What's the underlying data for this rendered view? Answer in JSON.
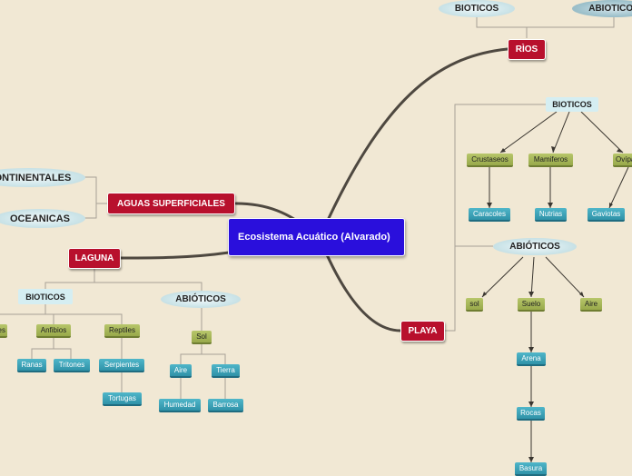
{
  "central": {
    "label": "Ecosistema Acuático (Alvarado)"
  },
  "rios": {
    "label": "RÌOS",
    "bioticos": "BIOTICOS",
    "abioticos": "ABIOTICOS"
  },
  "aguas": {
    "label": "AGUAS SUPERFICIALES",
    "continentales": "CONTINENTALES",
    "oceanicas": "OCEANICAS"
  },
  "laguna": {
    "label": "LAGUNA",
    "bioticos": "BIOTICOS",
    "abioticos": "ABIÓTICOS",
    "peces": "Peces",
    "anfibios": "Anfibios",
    "reptiles": "Reptiles",
    "ranas": "Ranas",
    "tritones": "Tritones",
    "serpientes": "Serpientes",
    "tortugas": "Tortugas",
    "sol": "Sol",
    "aire": "Aire",
    "tierra": "Tierra",
    "humedad": "Humedad",
    "barrosa": "Barrosa"
  },
  "playa": {
    "label": "PLAYA",
    "bioticos": "BIOTICOS",
    "abioticos": "ABIÓTICOS",
    "crustaseos": "Crustaseos",
    "mamiferos": "Mamiferos",
    "oviparos": "Ovíparos",
    "caracoles": "Caracoles",
    "nutrias": "Nutrias",
    "gaviotas": "Gaviotas",
    "sol": "sol",
    "suelo": "Suelo",
    "aire": "Aire",
    "arena": "Arena",
    "rocas": "Rocas",
    "basura": "Basura"
  },
  "colors": {
    "central": "#2a0fdc",
    "main": "#b8102d",
    "green": "#a3b452",
    "teal": "#3aa3b8",
    "line": "#5a5248"
  }
}
